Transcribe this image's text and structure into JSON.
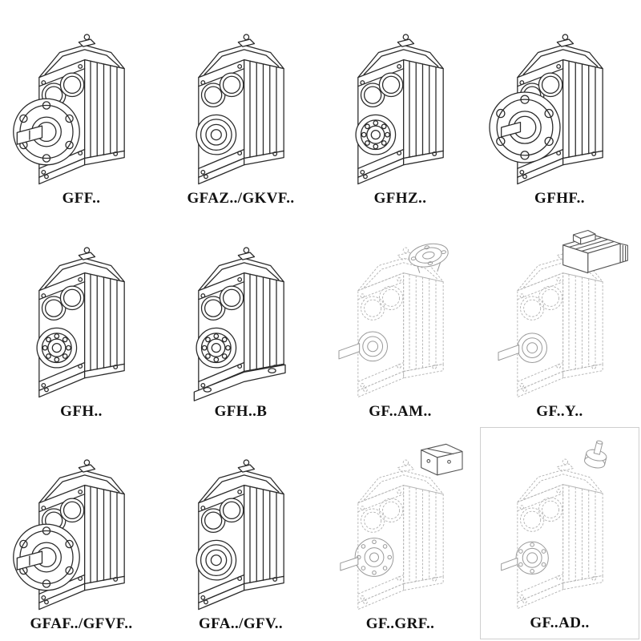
{
  "page": {
    "background": "#ffffff",
    "line_color": "#2b2b2b",
    "ghost_line_color": "#b3b3b3",
    "label_color": "#111111"
  },
  "catalog": {
    "rows": 3,
    "columns": 4,
    "items": [
      {
        "label": "GFF..",
        "variant": "output-flange-gearbox",
        "style": "solid"
      },
      {
        "label": "GFAZ../GKVF..",
        "variant": "hollow-shaft-hub-gearbox",
        "style": "solid"
      },
      {
        "label": "GFHZ..",
        "variant": "shrink-disc-hub-gearbox",
        "style": "solid"
      },
      {
        "label": "GFHF..",
        "variant": "large-output-flange-gearbox",
        "style": "solid"
      },
      {
        "label": "GFH..",
        "variant": "shrink-disc-hub-gearbox",
        "style": "solid"
      },
      {
        "label": "GFH..B",
        "variant": "foot-mounted-hub-gearbox",
        "style": "solid"
      },
      {
        "label": "GF..AM..",
        "variant": "motor-adapter-flange-gearbox",
        "style": "ghost"
      },
      {
        "label": "GF..Y..",
        "variant": "integral-motor-gearbox",
        "style": "ghost"
      },
      {
        "label": "GFAF../GFVF..",
        "variant": "output-flange-gearbox",
        "style": "solid"
      },
      {
        "label": "GFA../GFV..",
        "variant": "hollow-shaft-hub-gearbox",
        "style": "solid"
      },
      {
        "label": "GF..GRF..",
        "variant": "top-bracket-gearbox",
        "style": "ghost"
      },
      {
        "label": "GF..AD..",
        "variant": "input-shaft-adapter-gearbox",
        "style": "ghost"
      }
    ]
  }
}
